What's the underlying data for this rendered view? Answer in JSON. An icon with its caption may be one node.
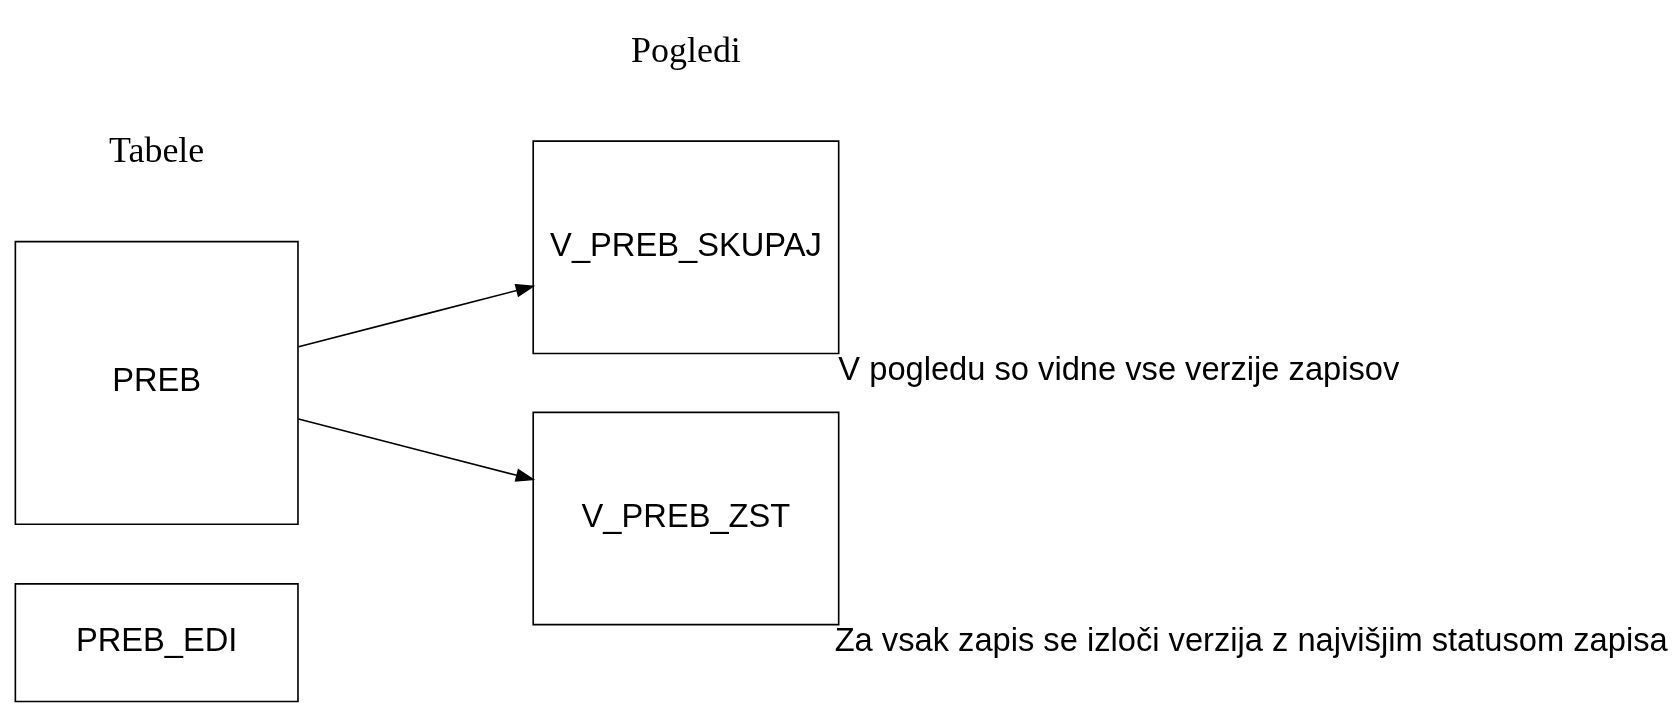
{
  "diagram": {
    "nodes": [
      {
        "text": [
          "PREB"
        ]
      },
      {
        "text": [
          "PREB_EDI"
        ]
      },
      {
        "text": [
          "V_PREB_SKUPAJ"
        ],
        "beside": [
          "V pogledu so vidne vse verzije zapisov"
        ]
      },
      {
        "text": [
          "V_PREB_ZST"
        ],
        "beside": [
          "Za vsak zapis se izloči verzija z najvišjim statusom zapisa"
        ]
      }
    ],
    "edges": [
      {
        "from": 0,
        "to": 2,
        "arrow": "to"
      },
      {
        "from": 0,
        "to": 3,
        "arrow": "to"
      }
    ],
    "labels": [
      "Tabele",
      "Pogledi"
    ]
  }
}
